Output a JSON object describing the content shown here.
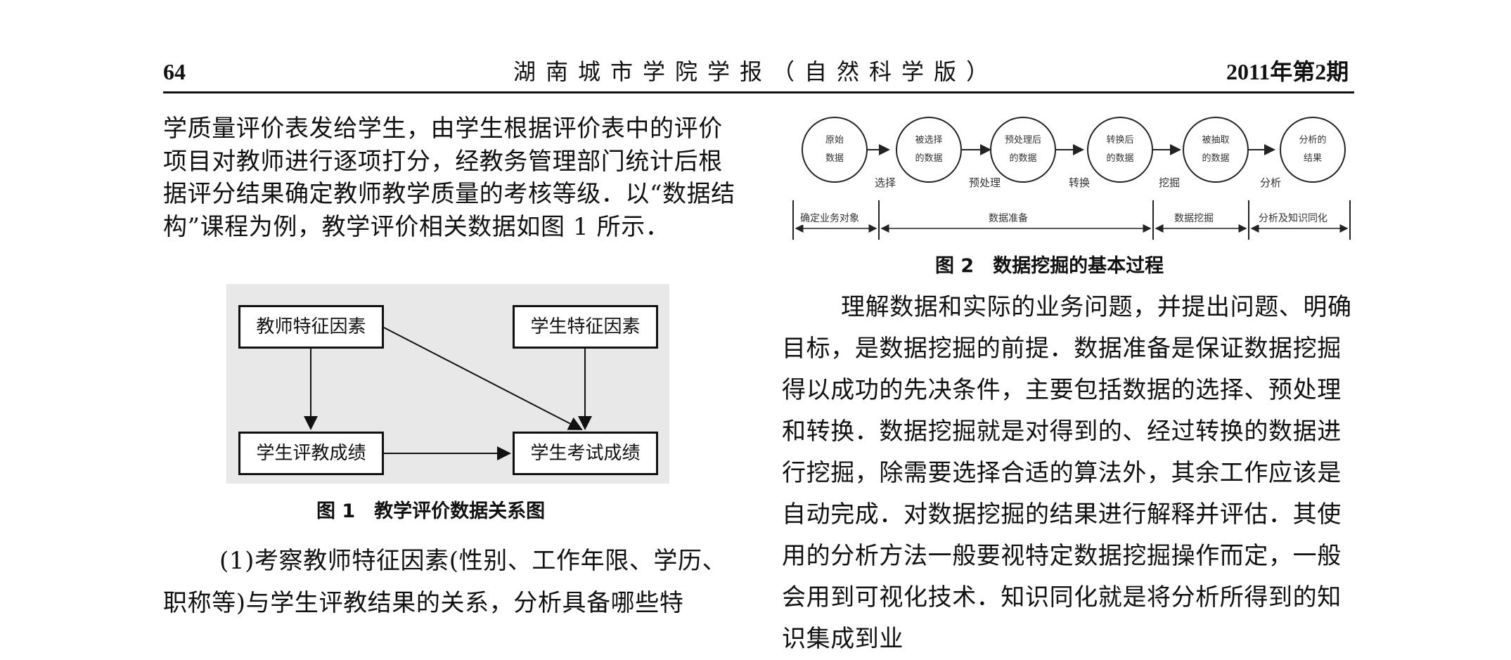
{
  "header": {
    "page_number": "64",
    "journal": "湖南城市学院学报（自然科学版）",
    "issue": "2011年第2期"
  },
  "left_column": {
    "top_paragraph": "学质量评价表发给学生，由学生根据评价表中的评价项目对教师进行逐项打分，经教务管理部门统计后根据评分结果确定教师教学质量的考核等级．以“数据结构”课程为例，教学评价相关数据如图 1 所示．",
    "bottom_paragraph": "(1)考察教师特征因素(性别、工作年限、学历、职称等)与学生评教结果的关系，分析具备哪些特"
  },
  "figure1": {
    "caption": "图 1　教学评价数据关系图",
    "boxes": [
      "教师特征因素",
      "学生特征因素",
      "学生评教成绩",
      "学生考试成绩"
    ]
  },
  "figure2": {
    "caption": "图 2　数据挖掘的基本过程",
    "nodes": [
      {
        "line1": "原始",
        "line2": "数据"
      },
      {
        "line1": "被选择",
        "line2": "的数据"
      },
      {
        "line1": "预处理后",
        "line2": "的数据"
      },
      {
        "line1": "转换后",
        "line2": "的数据"
      },
      {
        "line1": "被抽取",
        "line2": "的数据"
      },
      {
        "line1": "分析的",
        "line2": "结果"
      }
    ],
    "steps": [
      "选择",
      "预处理",
      "转换",
      "挖掘",
      "分析"
    ],
    "phases": [
      "确定业务对象",
      "数据准备",
      "数据挖掘",
      "分析及知识同化"
    ]
  },
  "right_column": {
    "paragraph": "理解数据和实际的业务问题，并提出问题、明确目标，是数据挖掘的前提．数据准备是保证数据挖掘得以成功的先决条件，主要包括数据的选择、预处理和转换．数据挖掘就是对得到的、经过转换的数据进行挖掘，除需要选择合适的算法外，其余工作应该是自动完成．对数据挖掘的结果进行解释并评估．其使用的分析方法一般要视特定数据挖掘操作而定，一般会用到可视化技术．知识同化就是将分析所得到的知识集成到业"
  }
}
